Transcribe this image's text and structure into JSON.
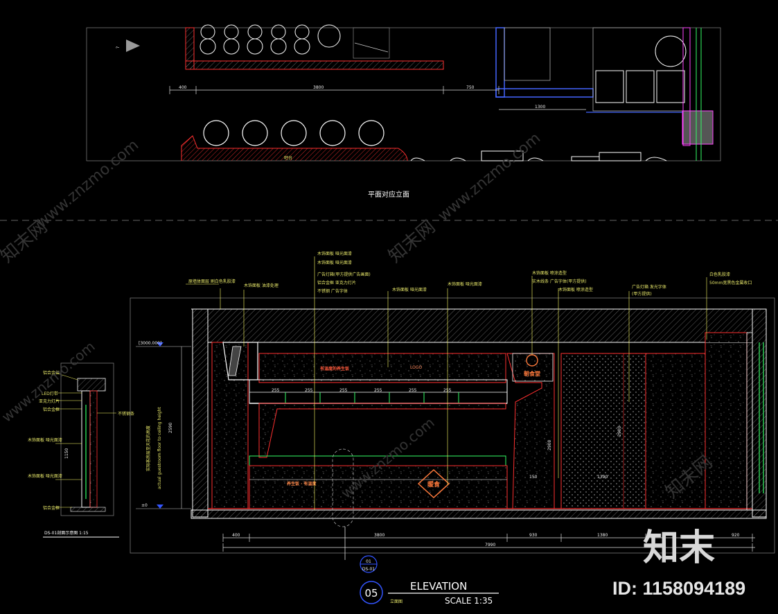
{
  "plan": {
    "caption": "平面对应立面",
    "dims": [
      "400",
      "3800",
      "750",
      "1300"
    ],
    "labels": [
      "?",
      "吧台",
      "1300"
    ]
  },
  "elevation": {
    "title": "ELEVATION",
    "subtitle": "立面图",
    "scale": "SCALE 1:35",
    "number": "05",
    "section_ref_top": "01",
    "section_ref_bottom": "DS-01",
    "vertical_note_cn": "实际客房层至天花的高度",
    "vertical_note_en": "actual guestroom floor to ceiling height",
    "height_total": "2590",
    "level_top": "[3000.000]",
    "level_bottom": "±0",
    "callouts": [
      "原墙体面层 刷白色乳胶漆",
      "木饰面板 油漆处理",
      "木饰面板 哑光面漆",
      "木饰面板 哑光面漆",
      "广告灯箱(甲方提供广告画面)",
      "铝合金框 亚克力灯片",
      "不锈钢 广告字体",
      "木饰面板 哑光面漆",
      "木饰面板 哑光面漆",
      "木饰面板 喷涂造型",
      "实木线条 广告字体(甲方提供)",
      "木饰面板 喷涂造型",
      "广告灯箱 发光字体",
      "(甲方提供)",
      "白色乳胶漆",
      "50mm宽黑色金属收口"
    ],
    "counter_dims": [
      "255",
      "255",
      "255",
      "255",
      "255",
      "255"
    ],
    "side_dims": [
      "2900",
      "2900",
      "150",
      "1390"
    ],
    "bottom_dims": [
      "400",
      "3800",
      "930",
      "1380",
      "920"
    ],
    "bottom_total": "7990",
    "sign_upper": "有温度的养生饭",
    "sign_upper_en": "LOGO",
    "sign_lower": "养生饭 · 有温度",
    "logo_right": "朝食堂",
    "logo_lower": "暖食"
  },
  "detail": {
    "caption": "DS-01剖面示意图 1:15",
    "labels": [
      "铝合金框",
      "LED灯带",
      "亚克力灯片",
      "铝合金框",
      "不锈钢条",
      "木饰面板 哑光面漆",
      "木饰面板 哑光面漆",
      "铝合金框"
    ],
    "dim": "1150"
  },
  "watermark": {
    "site": "www.znzmo.com",
    "brand_cn": "知末网",
    "logo": "知末",
    "id": "ID: 1158094189"
  },
  "colors": {
    "background": "#000000",
    "linework": "#ffffff",
    "walls": "#ff3030",
    "annotation": "#ffff66",
    "accent_green": "#33ff66",
    "accent_blue": "#3355ff",
    "accent_magenta": "#ff44ff"
  }
}
